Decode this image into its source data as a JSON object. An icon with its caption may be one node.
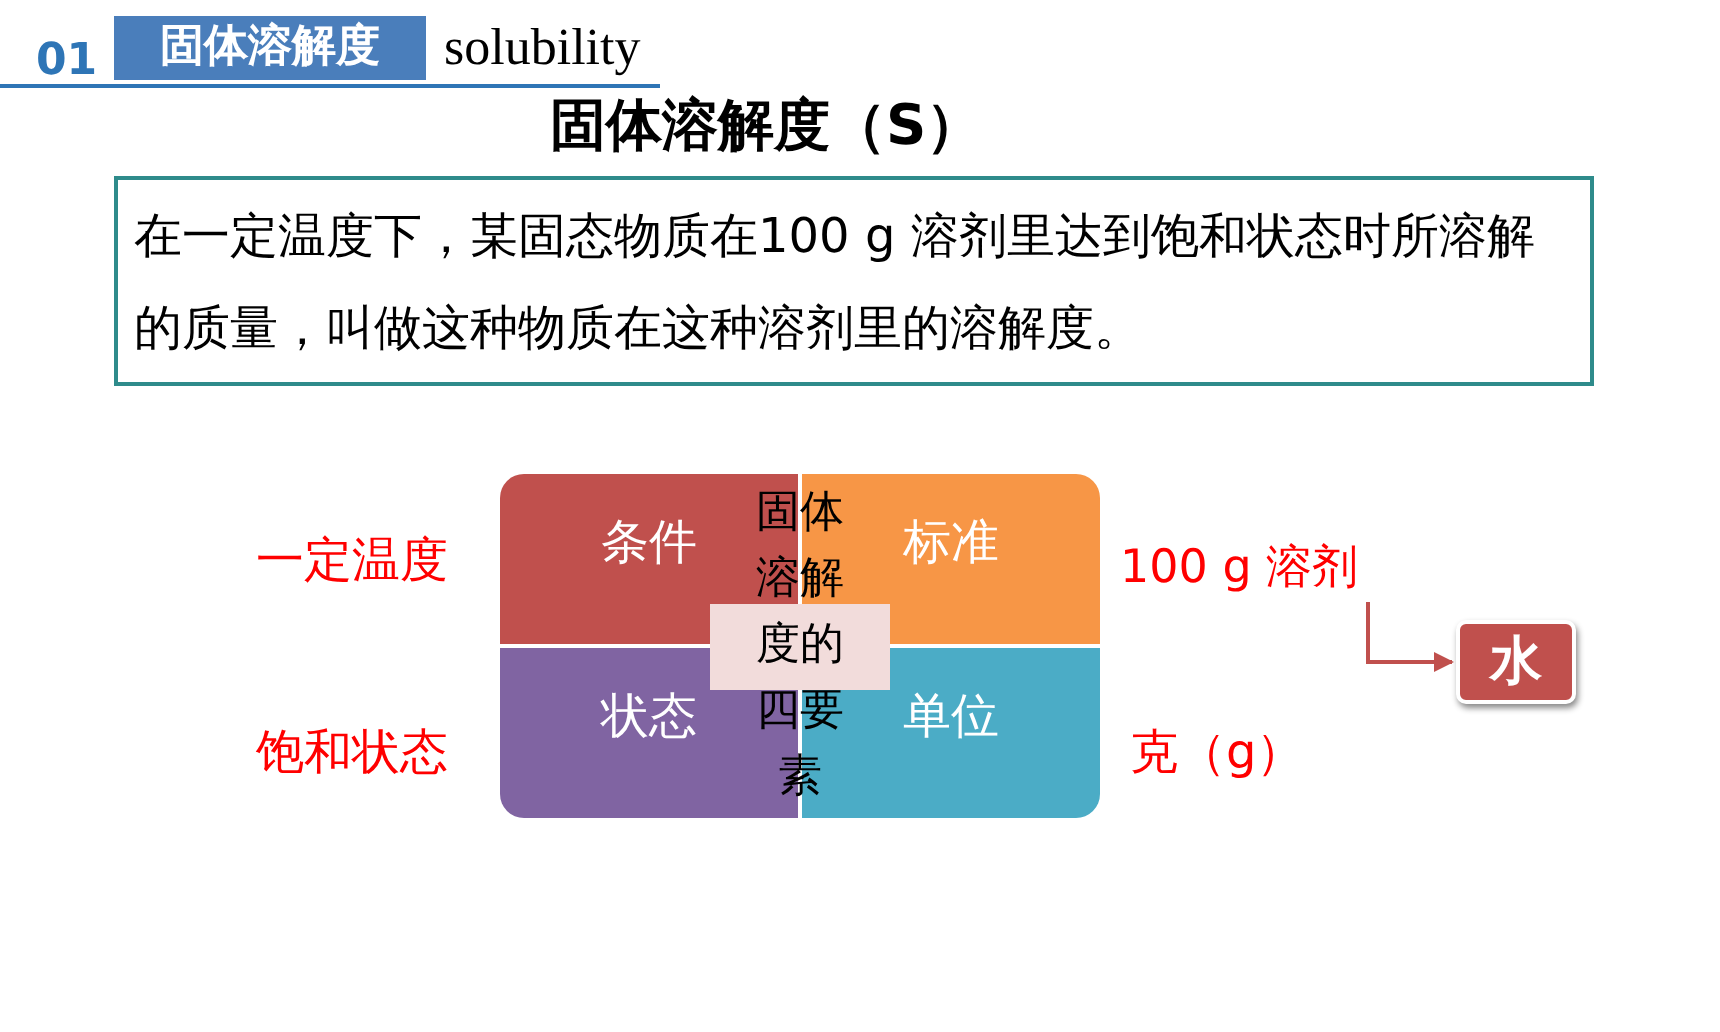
{
  "diagram": {
    "title": "固体溶解度（S）",
    "nodes": [
      {
        "text": [
          "固体溶解度"
        ]
      },
      {
        "text": [
          "在一定温度下，某固态物质在100 g 溶剂里达到饱和状态时所溶解的质量，叫做这种物质在这种溶剂里的溶解度。"
        ]
      },
      {
        "text": [
          "条件"
        ]
      },
      {
        "text": [
          "标准"
        ]
      },
      {
        "text": [
          "状态"
        ]
      },
      {
        "text": [
          "单位"
        ]
      },
      {
        "text": [
          "固体溶解度的四要素"
        ]
      },
      {
        "text": [
          "100 g 溶剂"
        ]
      },
      {
        "text": [
          "水"
        ]
      }
    ],
    "edges": [
      {
        "from": 7,
        "to": 8,
        "arrow": "to",
        "color": "#c0504d"
      }
    ],
    "labels": [
      "01",
      "solubility",
      "一定温度",
      "饱和状态",
      "克（g）"
    ]
  }
}
